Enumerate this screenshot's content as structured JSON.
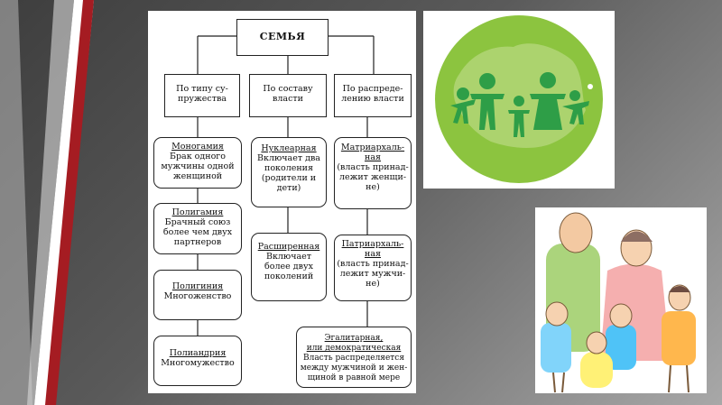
{
  "diagram": {
    "title": "СЕМЬЯ",
    "categories": [
      {
        "label_line1": "По типу су-",
        "label_line2": "пружества"
      },
      {
        "label_line1": "По составу",
        "label_line2": "власти"
      },
      {
        "label_line1": "По распреде-",
        "label_line2": "лению власти"
      }
    ],
    "col1": [
      {
        "heading": "Моногамия",
        "l1": "Брак одного",
        "l2": "мужчины одной",
        "l3": "женщиной"
      },
      {
        "heading": "Полигамия",
        "l1": "Брачный союз",
        "l2": "более чем двух",
        "l3": "партнеров"
      },
      {
        "heading": "Полигиния",
        "l1": "Многоженство"
      },
      {
        "heading": "Полиандрия",
        "l1": "Многомужество"
      }
    ],
    "col2": [
      {
        "heading": "Нуклеарная",
        "l1": "Включает два",
        "l2": "поколения",
        "l3": "(родители и",
        "l4": "дети)"
      },
      {
        "heading": "Расширенная",
        "l1": "Включает",
        "l2": "более двух",
        "l3": "поколений"
      }
    ],
    "col3": [
      {
        "h1": "Матриархаль-",
        "h2": "ная",
        "l1": "(власть принад-",
        "l2": "лежит женщи-",
        "l3": "не)"
      },
      {
        "h1": "Патриархаль-",
        "h2": "ная",
        "l1": "(власть принад-",
        "l2": "лежит мужчи-",
        "l3": "не)"
      }
    ],
    "egalitarian": {
      "h1": "Эгалитарная,",
      "h2": "или демократическая",
      "l1": "Власть распределяется",
      "l2": "между мужчиной и жен-",
      "l3": "щиной в равной мере"
    }
  },
  "colors": {
    "logo_green": "#8cc43f",
    "figure_green": "#2e9e47",
    "accent_red": "#b01e23"
  }
}
